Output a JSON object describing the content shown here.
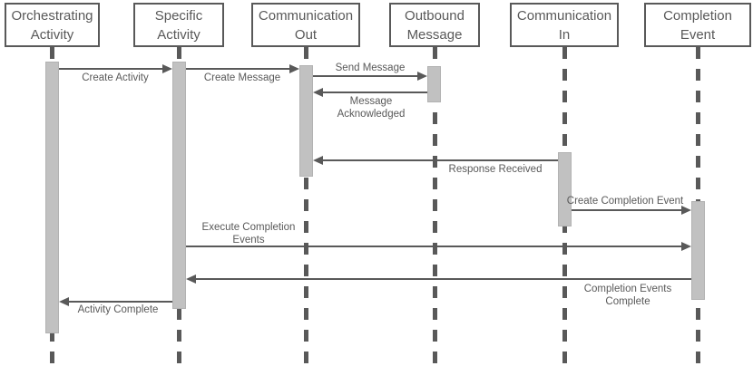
{
  "diagram": {
    "kind": "uml-sequence-diagram",
    "background": "#ffffff",
    "colors": {
      "line": "#595959",
      "text": "#595959",
      "box_border": "#595959",
      "box_fill": "#ffffff",
      "activation_fill": "#c1c1c1"
    },
    "lifelines": [
      {
        "label": "Orchestrating Activity"
      },
      {
        "label": "Specific Activity"
      },
      {
        "label": "Communication Out"
      },
      {
        "label": "Outbound Message"
      },
      {
        "label": "Communication In"
      },
      {
        "label": "Completion Event"
      }
    ],
    "messages": [
      {
        "label": "Create Activity",
        "from": "Orchestrating Activity",
        "to": "Specific Activity",
        "direction": "right"
      },
      {
        "label": "Create Message",
        "from": "Specific Activity",
        "to": "Communication Out",
        "direction": "right"
      },
      {
        "label": "Send Message",
        "from": "Communication Out",
        "to": "Outbound Message",
        "direction": "right"
      },
      {
        "label": "Message\nAcknowledged",
        "from": "Outbound Message",
        "to": "Communication Out",
        "direction": "left"
      },
      {
        "label": "Response Received",
        "from": "Communication In",
        "to": "Communication Out",
        "direction": "left"
      },
      {
        "label": "Create Completion Event",
        "from": "Communication In",
        "to": "Completion Event",
        "direction": "right"
      },
      {
        "label": "Execute Completion\nEvents",
        "from": "Specific Activity",
        "to": "Completion Event",
        "direction": "right"
      },
      {
        "label": "Completion Events\nComplete",
        "from": "Completion Event",
        "to": "Specific Activity",
        "direction": "left"
      },
      {
        "label": "Activity Complete",
        "from": "Specific Activity",
        "to": "Orchestrating Activity",
        "direction": "left"
      }
    ]
  }
}
